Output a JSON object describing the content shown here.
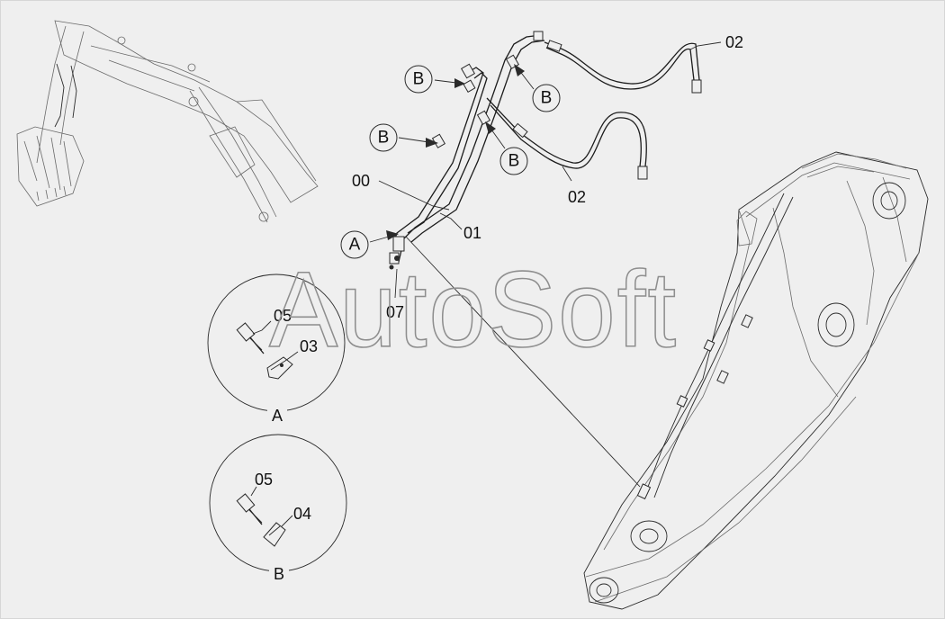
{
  "watermark": "AutoSoft",
  "part_labels": {
    "assembly": "00",
    "pipe": "01",
    "hose_upper": "02",
    "hose_lower": "02",
    "fitting": "07",
    "clamp_a_bolt": "05",
    "clamp_a": "03",
    "clamp_b_bolt": "05",
    "clamp_b": "04"
  },
  "callouts": {
    "a": "A",
    "b1": "B",
    "b2": "B",
    "b3": "B",
    "b4": "B"
  },
  "details": {
    "a_title": "A",
    "b_title": "B"
  }
}
